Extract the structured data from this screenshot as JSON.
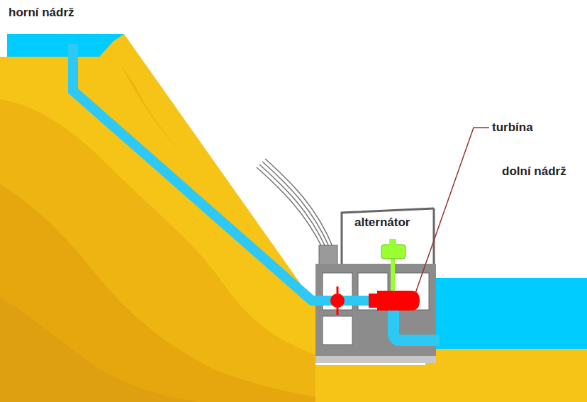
{
  "diagram": {
    "labels": [
      "horní nádrž",
      "alternátor",
      "turbína",
      "dolní nádrž"
    ]
  }
}
